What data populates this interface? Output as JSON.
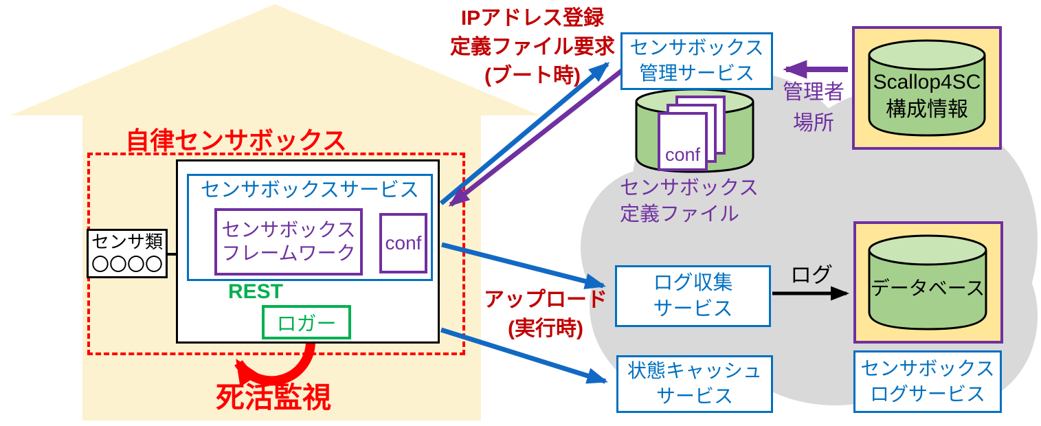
{
  "colors": {
    "blue": "#0070C0",
    "purple": "#7030A0",
    "red": "#FF0000",
    "dark_red": "#C00000",
    "green": "#00B050",
    "house_fill": "#FDF2CF",
    "cloud_fill": "#D9D9D9",
    "cylinder_fill": "#A5CF8D",
    "panel_yellow": "#FFE699"
  },
  "house": {
    "title": "自律センサボックス",
    "service_box": {
      "label": "センサボックスサービス"
    },
    "framework_box": {
      "line1": "センサボックス",
      "line2": "フレームワーク"
    },
    "conf_box": {
      "label": "conf"
    },
    "rest_label": "REST",
    "logger_box": {
      "label": "ロガー"
    },
    "sensors_box": {
      "line1": "センサ類",
      "line2": "〇〇〇〇"
    },
    "monitoring_label": "死活監視"
  },
  "annotations": {
    "boot": {
      "line1": "IPアドレス登録",
      "line2": "定義ファイル要求",
      "line3": "(ブート時)"
    },
    "upload": {
      "line1": "アップロード",
      "line2": "(実行時)"
    },
    "admin": {
      "line1": "管理者",
      "line2": "場所"
    },
    "log_arrow_label": "ログ",
    "definition_file": {
      "line1": "センサボックス",
      "line2": "定義ファイル"
    }
  },
  "cloud": {
    "management_box": {
      "line1": "センサボックス",
      "line2": "管理サービス"
    },
    "conf_document": {
      "label": "conf"
    },
    "log_collection_box": {
      "line1": "ログ収集",
      "line2": "サービス"
    },
    "state_cache_box": {
      "line1": "状態キャッシュ",
      "line2": "サービス"
    },
    "log_service_box": {
      "line1": "センサボックス",
      "line2": "ログサービス"
    },
    "database": {
      "label": "データベース"
    },
    "scallop": {
      "line1": "Scallop4SC",
      "line2": "構成情報"
    }
  }
}
